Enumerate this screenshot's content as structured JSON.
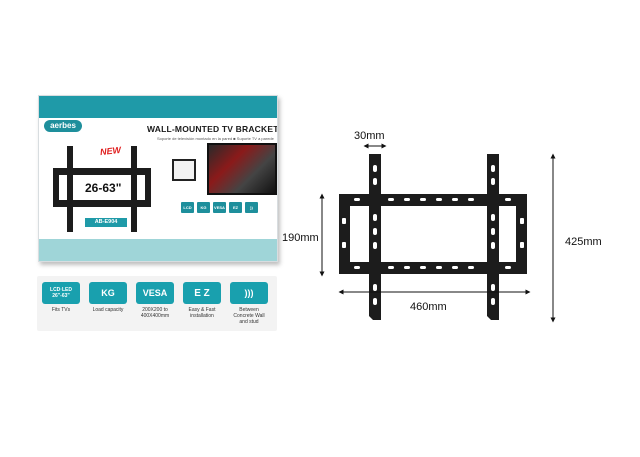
{
  "box": {
    "brand": "aerbes",
    "headline": "WALL-MOUNTED TV BRACKET",
    "subline": "Soporte de televisión montado en la pared ■ Suporte TV a parede",
    "new_badge": "NEW",
    "size_range": "26-63\"",
    "model": "AB-E904"
  },
  "box_features": [
    "LCD",
    "KG",
    "VESA",
    "EZ",
    "))"
  ],
  "strip_features": [
    {
      "icon": "LCD·LED 26\"-63\"",
      "caption": "Fits TVs"
    },
    {
      "icon": "KG",
      "caption": "Load capacity"
    },
    {
      "icon": "VESA",
      "caption": "200X200 to 400X400mm"
    },
    {
      "icon": "E Z",
      "caption": "Easy & Fast installation"
    },
    {
      "icon": ")))",
      "caption": "Between Concrete Wall and stud"
    }
  ],
  "dimensions": {
    "arm_width": "30mm",
    "frame_height": "190mm",
    "total_height": "425mm",
    "total_width": "460mm"
  },
  "colors": {
    "teal": "#1f9aa8",
    "teal_light": "#9fd5d8",
    "bracket": "#1c1c1c",
    "accent_red": "#e02020"
  }
}
